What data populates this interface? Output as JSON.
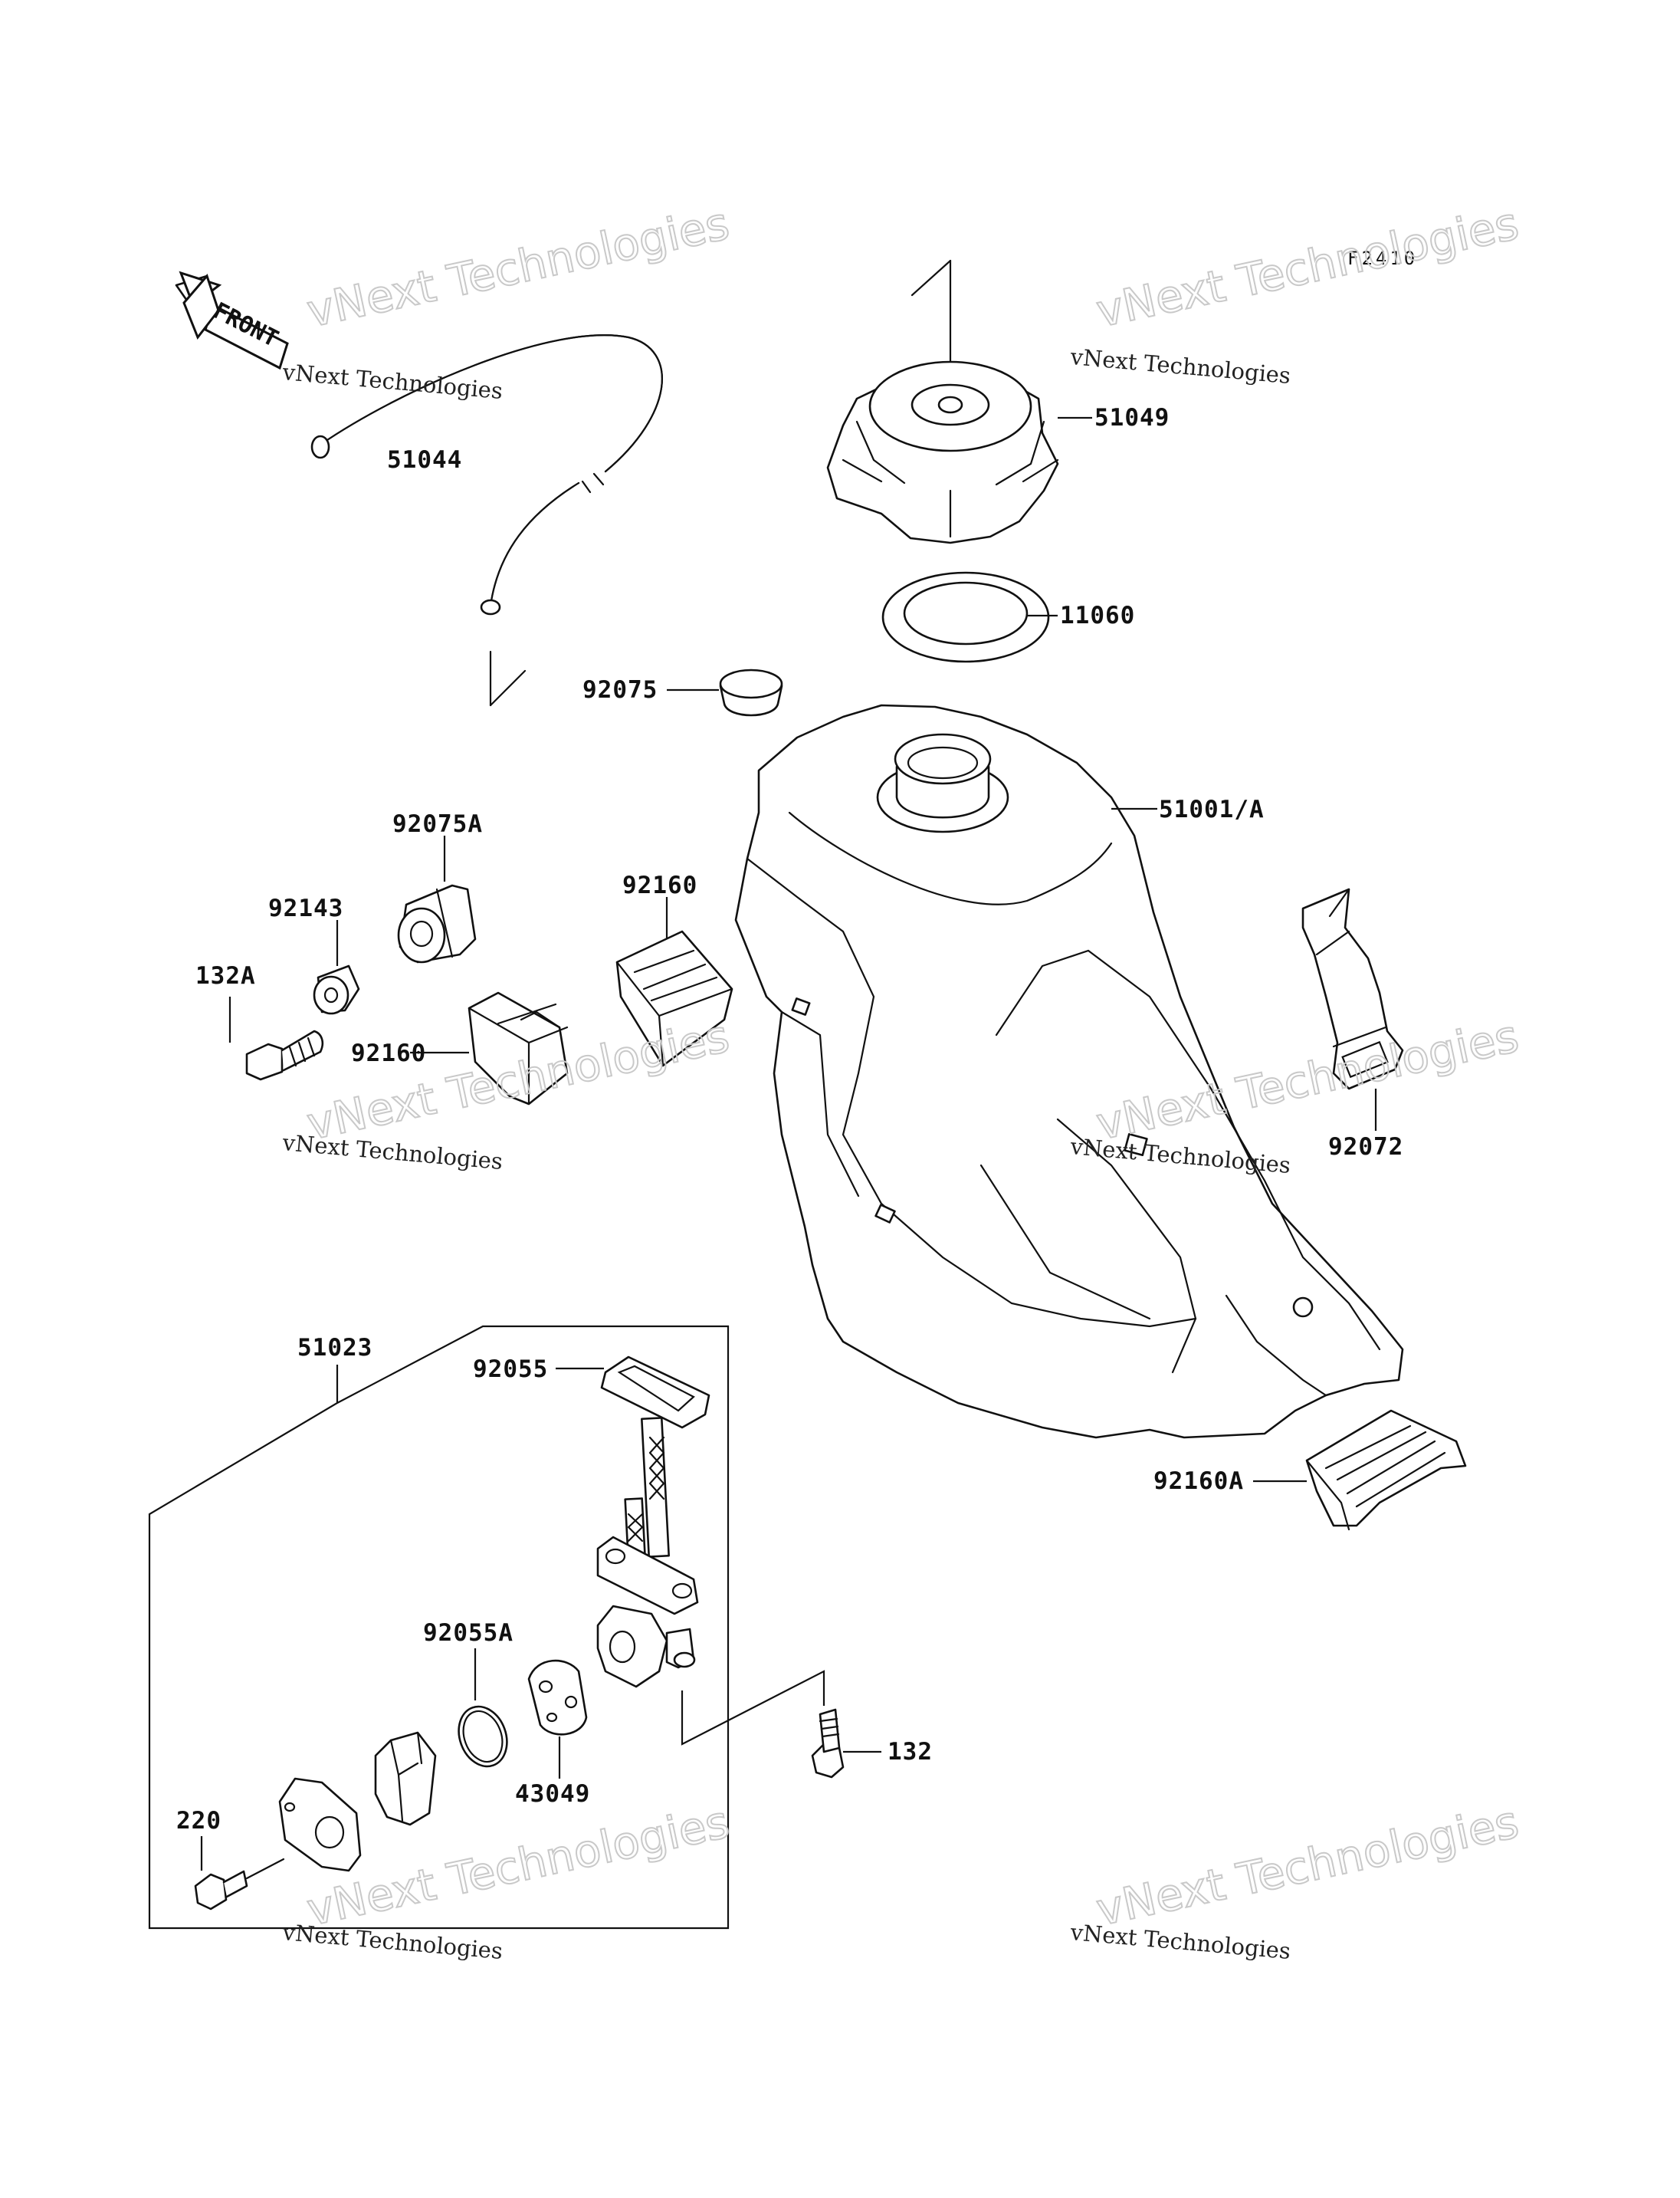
{
  "diagram": {
    "code": "F2410",
    "front_label": "FRONT",
    "watermark": {
      "line1": "vNext Technologies",
      "line2": "vNext\nTechnologies"
    },
    "parts": [
      {
        "id": "p51044",
        "label": "51044"
      },
      {
        "id": "p51049",
        "label": "51049"
      },
      {
        "id": "p11060",
        "label": "11060"
      },
      {
        "id": "p92075",
        "label": "92075"
      },
      {
        "id": "p51001",
        "label": "51001/A"
      },
      {
        "id": "p92075A",
        "label": "92075A"
      },
      {
        "id": "p92143",
        "label": "92143"
      },
      {
        "id": "p132A",
        "label": "132A"
      },
      {
        "id": "p92160a",
        "label": "92160"
      },
      {
        "id": "p92160b",
        "label": "92160"
      },
      {
        "id": "p92072",
        "label": "92072"
      },
      {
        "id": "p51023",
        "label": "51023"
      },
      {
        "id": "p92055",
        "label": "92055"
      },
      {
        "id": "p92160A",
        "label": "92160A"
      },
      {
        "id": "p92055A",
        "label": "92055A"
      },
      {
        "id": "p43049",
        "label": "43049"
      },
      {
        "id": "p132",
        "label": "132"
      },
      {
        "id": "p220",
        "label": "220"
      }
    ]
  }
}
